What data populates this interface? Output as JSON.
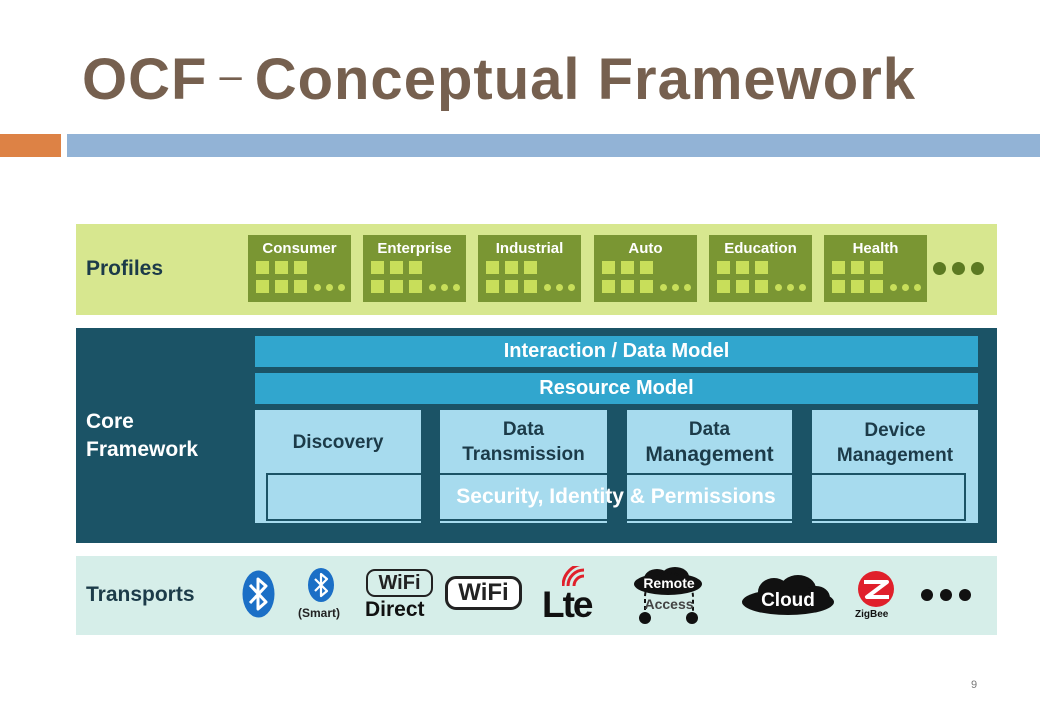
{
  "title": {
    "main": "OCF",
    "dash": "–",
    "rest": "Conceptual Framework"
  },
  "colors": {
    "title": "#76604f",
    "accent_orange": "#dd8245",
    "accent_blue": "#92b3d6",
    "profiles_bg": "#d7e78f",
    "profile_card": "#7a9633",
    "core_bg": "#1b5366",
    "core_bar": "#31a6ce",
    "core_box": "#a7dbee",
    "transports_bg": "#d6eee9"
  },
  "profiles": {
    "label": "Profiles",
    "items": [
      "Consumer",
      "Enterprise",
      "Industrial",
      "Auto",
      "Education",
      "Health"
    ]
  },
  "core": {
    "label_line1": "Core",
    "label_line2": "Framework",
    "interaction_model": "Interaction / Data Model",
    "resource_model": "Resource Model",
    "boxes": {
      "discovery": "Discovery",
      "data_transmission_1": "Data",
      "data_transmission_2": "Transmission",
      "data_management_1": "Data",
      "data_management_2": "Management",
      "device_management_1": "Device",
      "device_management_2": "Management"
    },
    "security": "Security, Identity & Permissions"
  },
  "transports": {
    "label": "Transports",
    "bluetooth_smart": "(Smart)",
    "wifi_direct_logo": "WiFi",
    "wifi_direct": "Direct",
    "wifi": "WiFi",
    "lte": "Lte",
    "remote_1": "Remote",
    "remote_2": "Access",
    "cloud": "Cloud",
    "zigbee": "ZigBee",
    "icons": [
      "bluetooth-icon",
      "bluetooth-smart-icon",
      "wifi-direct-icon",
      "wifi-icon",
      "lte-icon",
      "remote-access-icon",
      "cloud-icon",
      "zigbee-icon",
      "more-icon"
    ]
  },
  "page_number": "9"
}
